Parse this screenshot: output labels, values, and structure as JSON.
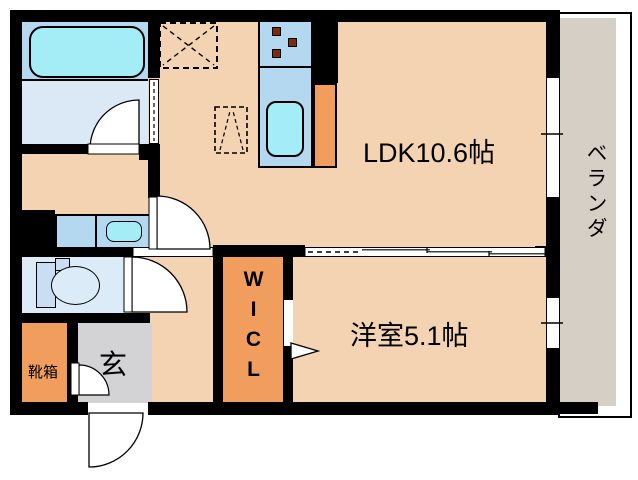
{
  "plan": {
    "title": "1LDK floor plan",
    "rooms": {
      "ldk": {
        "label": "LDK10.6帖"
      },
      "bedroom": {
        "label": "洋室5.1帖"
      },
      "veranda": {
        "label": "ベランダ"
      },
      "wicl": {
        "label": "WICL"
      },
      "genkan": {
        "label": "玄"
      },
      "shoebox": {
        "label": "靴箱"
      }
    },
    "fixtures": {
      "bathtub": "bathtub",
      "kitchen_sink": "kitchen-sink",
      "stove": "3-burner-stove",
      "toilet": "toilet",
      "washbasin": "washbasin",
      "refrigerator_space": "dashed-refrigerator-space",
      "washer_space": "dashed-washer-space"
    },
    "colors": {
      "wall": "#000000",
      "floor": "#f3d3b2",
      "accent_orange": "#f09d5d",
      "genkan_gray": "#d3d3d6",
      "veranda_gray": "#d6cfc6",
      "bath_blue": "#b5d8f1",
      "washroom_blue": "#dbe9f7",
      "toilet_blue": "#dcebf8",
      "water_cyan": "#a4edf6",
      "burner_brown": "#7b2d0e"
    }
  }
}
